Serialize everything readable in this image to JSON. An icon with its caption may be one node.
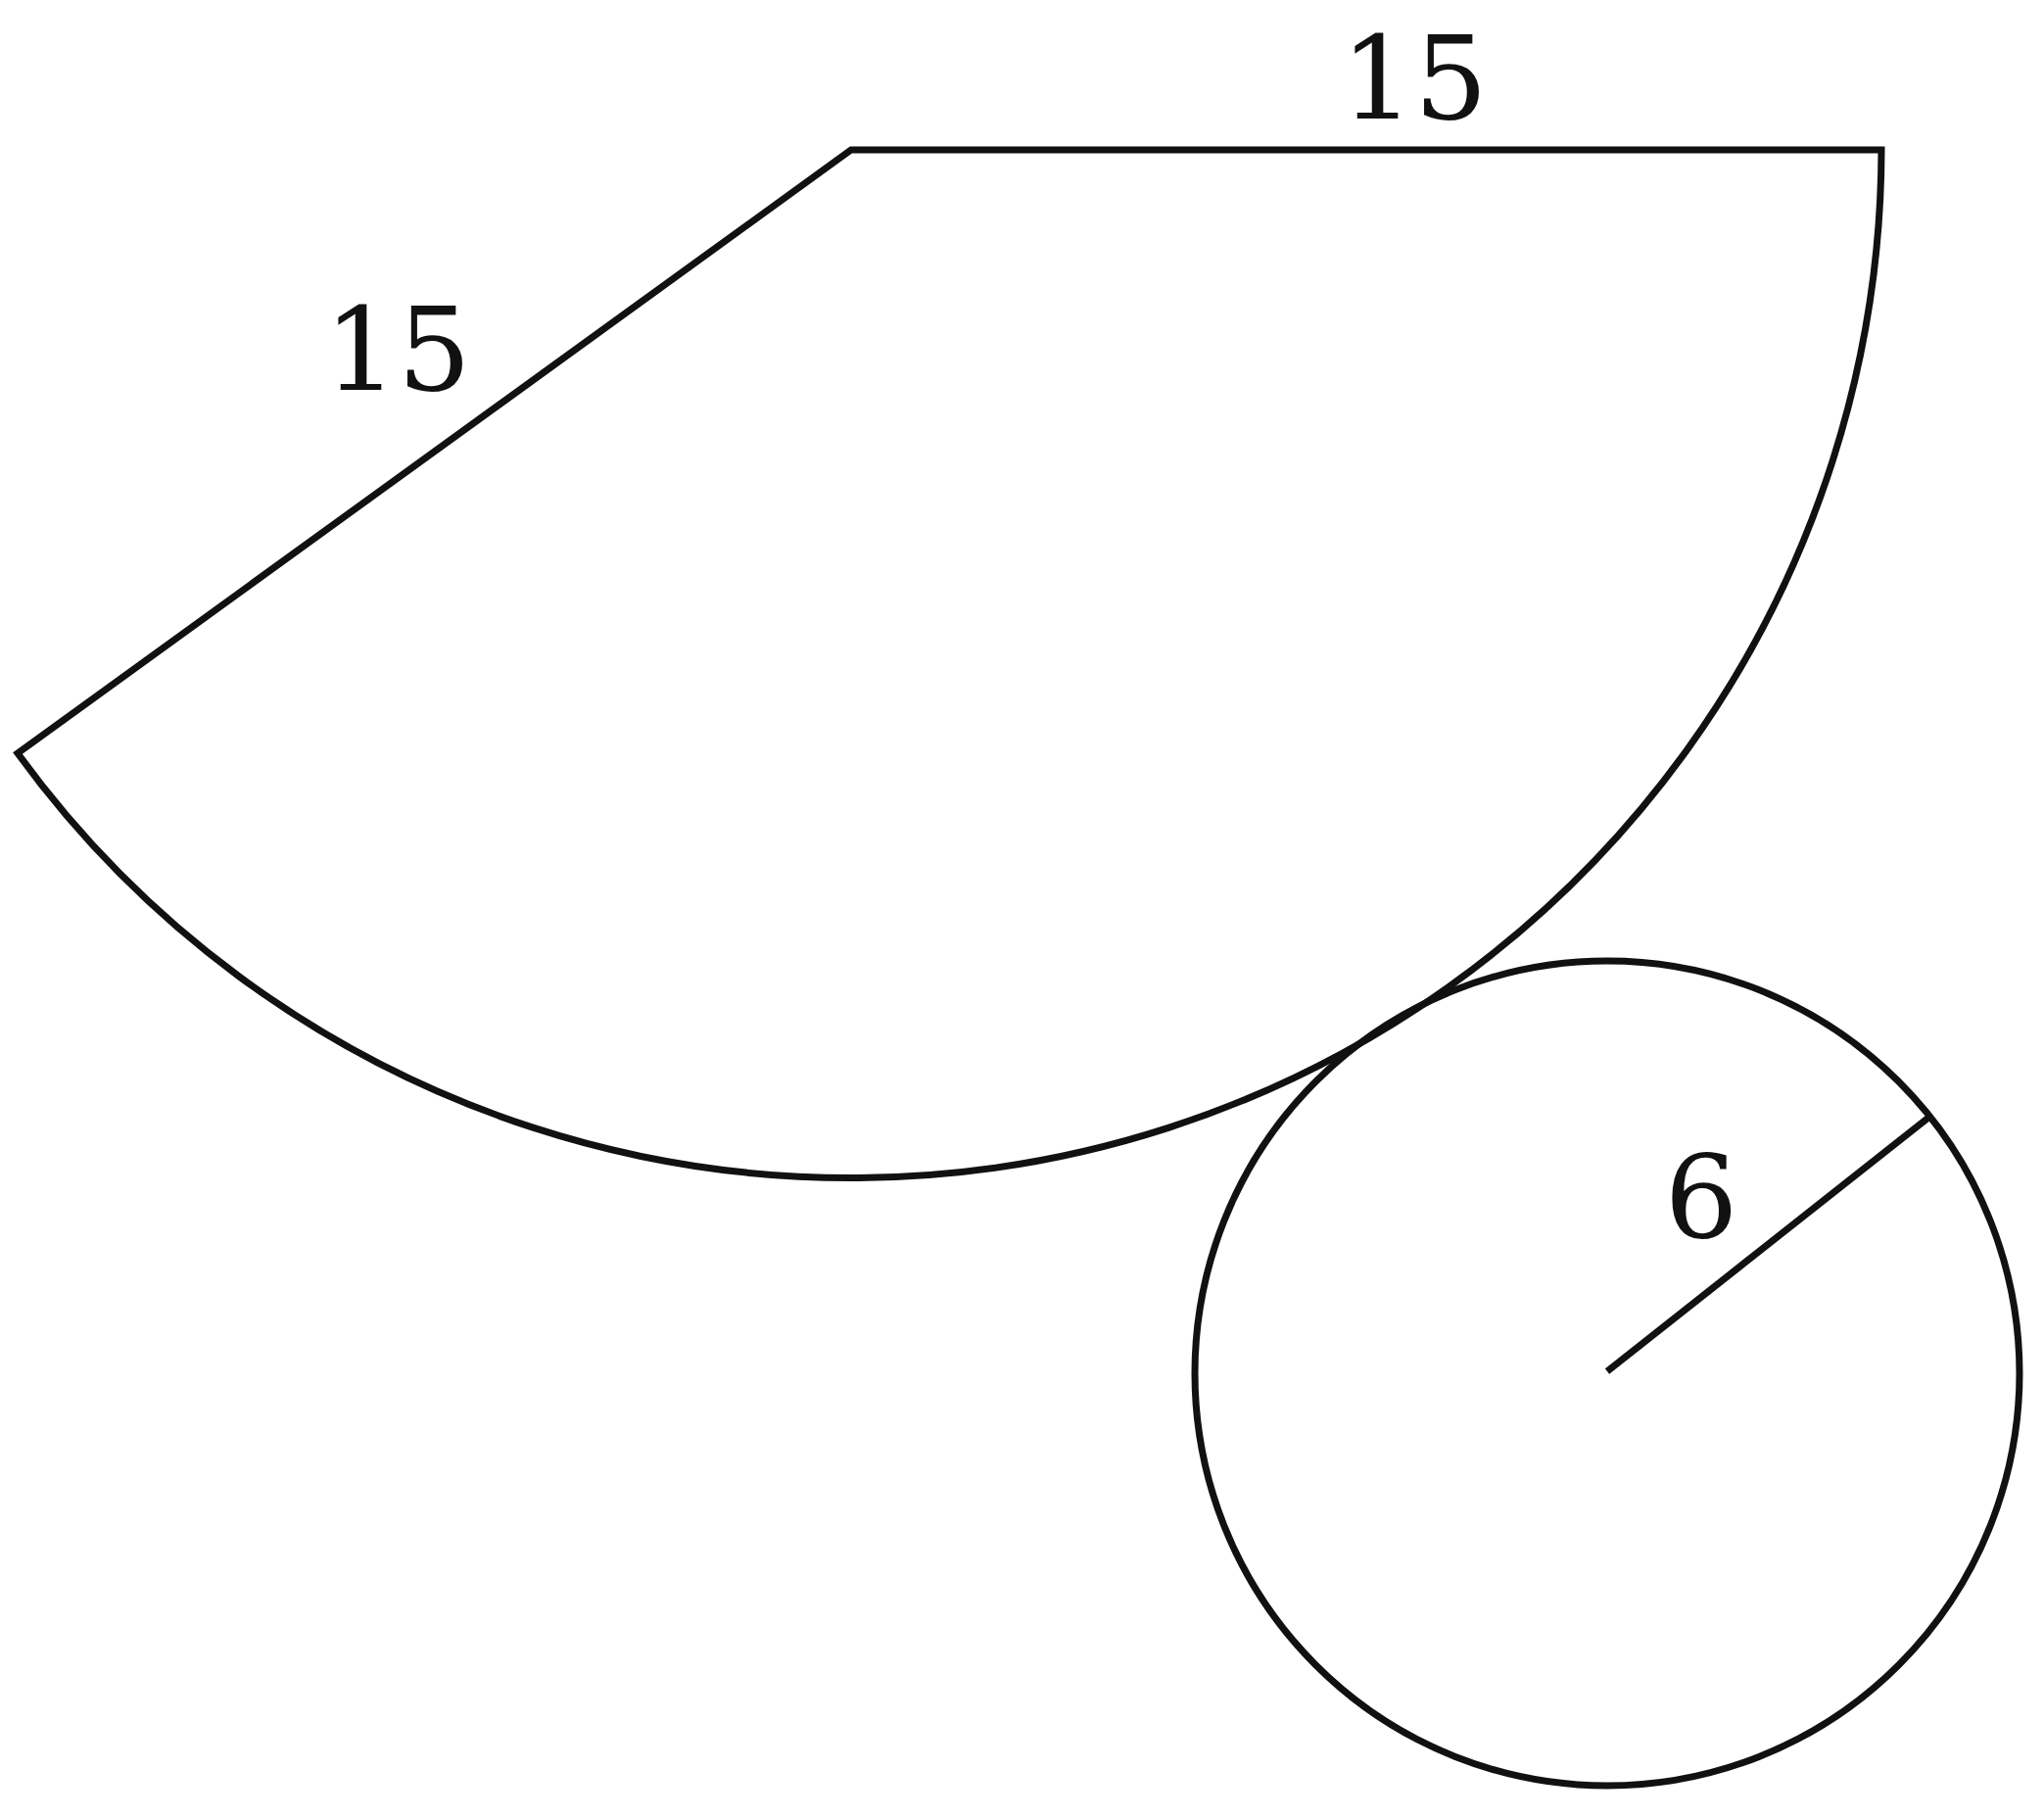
{
  "diagram": {
    "labels": [
      "15",
      "15",
      "6"
    ]
  }
}
